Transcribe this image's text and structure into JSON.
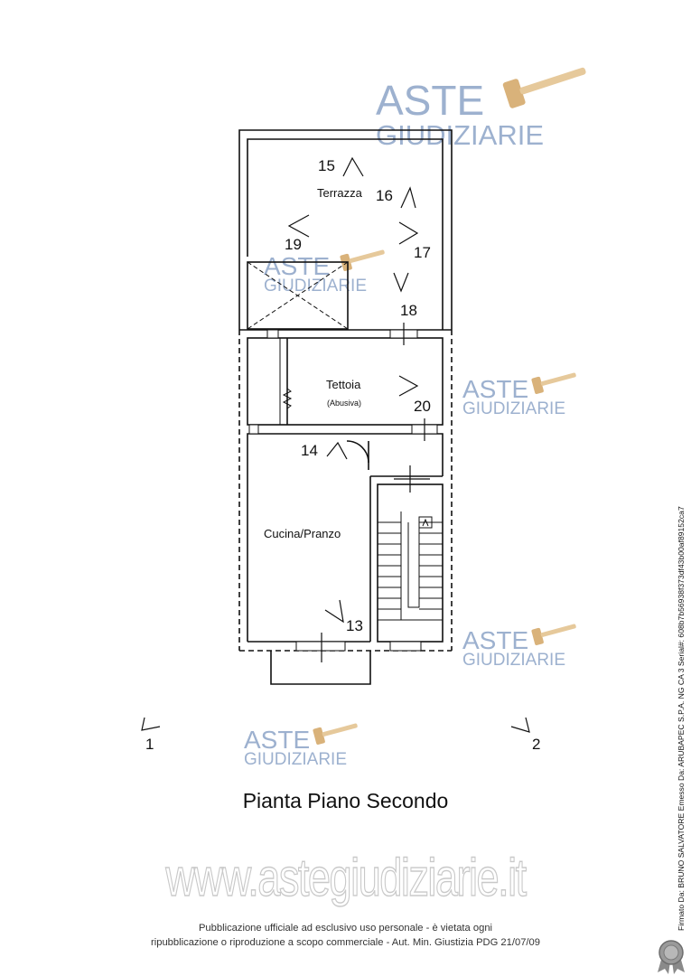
{
  "watermark": {
    "line1": "ASTE",
    "line2": "GIUDIZIARIE"
  },
  "rooms": {
    "terrazza": "Terrazza",
    "tettoia": "Tettoia",
    "tettoia_note": "(Abusiva)",
    "cucina": "Cucina/Pranzo"
  },
  "view_points": {
    "v1": "1",
    "v2": "2",
    "v13": "13",
    "v14": "14",
    "v15": "15",
    "v16": "16",
    "v17": "17",
    "v18": "18",
    "v19": "19",
    "v20": "20"
  },
  "title": "Pianta Piano Secondo",
  "site_url": "www.astegiudiziarie.it",
  "disclaimer": {
    "line1": "Pubblicazione ufficiale ad esclusivo uso personale - è vietata ogni",
    "line2": "ripubblicazione o riproduzione a scopo commerciale - Aut. Min. Giustizia PDG 21/07/09"
  },
  "signature": "Firmato Da: BRUNO SALVATORE Emesso Da: ARUBAPEC S.P.A. NG CA 3 Serial#: 608b7b56938f373df43b00af89152ca7",
  "colors": {
    "watermark": "#9db1cf",
    "gavel": "#d9b27a",
    "lines": "#111111"
  }
}
